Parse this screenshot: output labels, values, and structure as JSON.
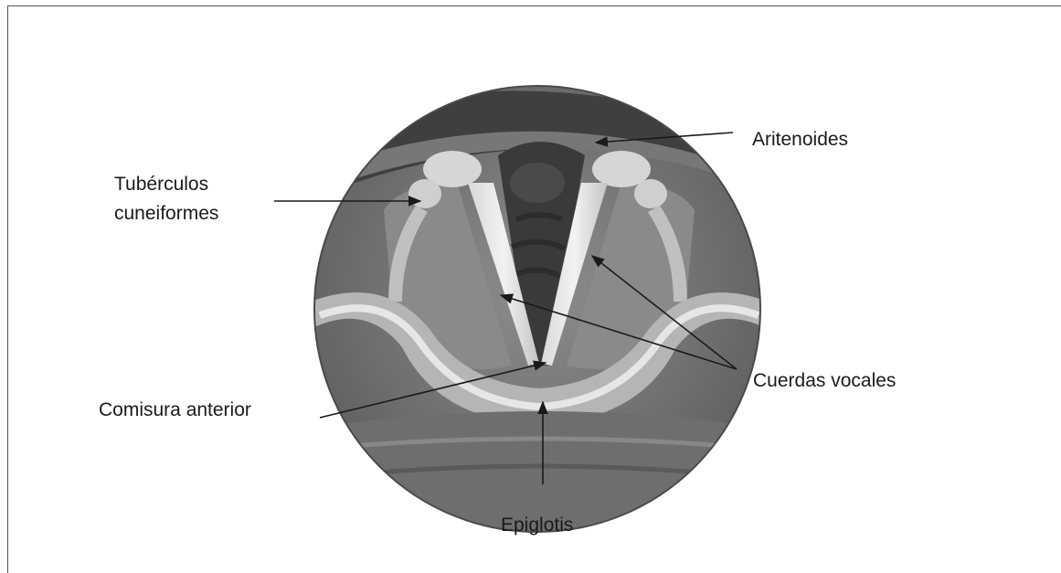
{
  "labels": {
    "aritenoides": "Aritenoides",
    "tuberculos_line1": "Tubérculos",
    "tuberculos_line2": "cuneiformes",
    "cuerdas_vocales": "Cuerdas vocales",
    "comisura_anterior": "Comisura anterior",
    "epiglotis": "Epiglotis"
  }
}
